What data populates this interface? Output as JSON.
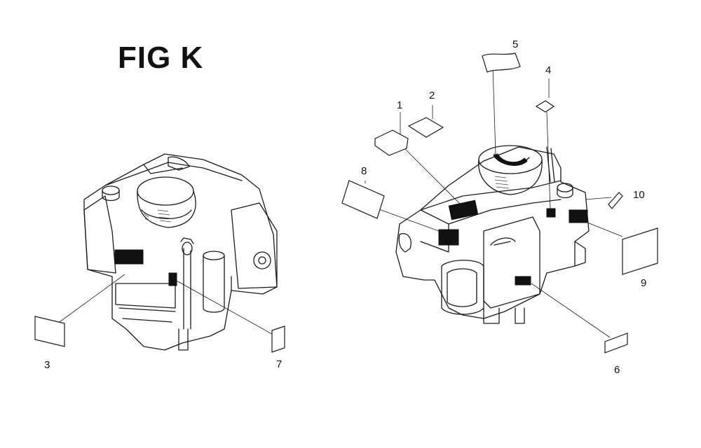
{
  "figure": {
    "title": "FIG K"
  },
  "callouts": {
    "c1": "1",
    "c2": "2",
    "c3": "3",
    "c4": "4",
    "c5": "5",
    "c6": "6",
    "c7": "7",
    "c8": "8",
    "c9": "9",
    "c10": "10"
  }
}
